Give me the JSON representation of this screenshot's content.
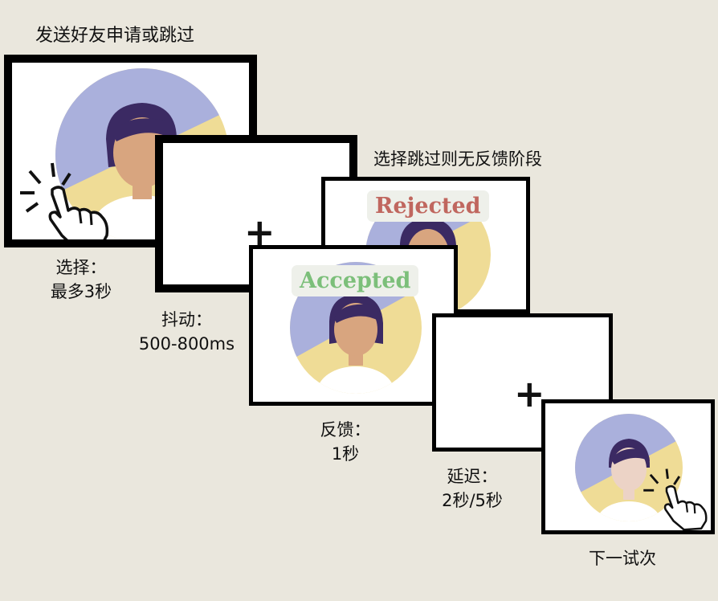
{
  "title": "发送好友申请或跳过",
  "skip_note": "选择跳过则无反馈阶段",
  "phases": {
    "choice": {
      "label": "选择：",
      "duration": "最多3秒"
    },
    "jitter": {
      "label": "抖动：",
      "duration": "500-800ms"
    },
    "feedback": {
      "label": "反馈：",
      "duration": "1秒",
      "rejected": "Rejected",
      "accepted": "Accepted"
    },
    "delay": {
      "label": "延迟：",
      "duration": "2秒/5秒"
    },
    "next": {
      "label": "下一试次"
    }
  },
  "fixation_symbol": "+",
  "colors": {
    "background": "#eae7dd",
    "circle_purple": "#aab0dc",
    "circle_yellow": "#efdc96",
    "skin": "#d8a57f",
    "skin_light": "#ecd3c6",
    "hair": "#3b2a63",
    "rejected_text": "#c0675f",
    "accepted_text": "#7cbf7a"
  }
}
